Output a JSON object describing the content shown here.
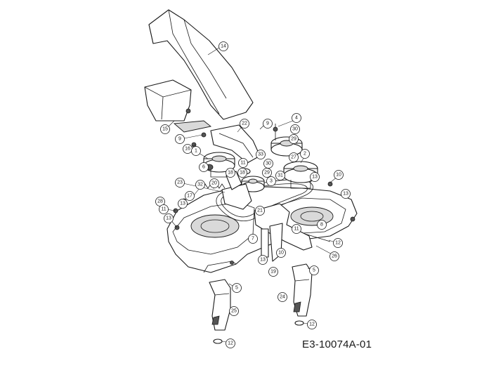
{
  "diagram": {
    "code": "E3-10074A-01",
    "callouts": [
      {
        "id": "c14",
        "label": "14"
      },
      {
        "id": "c15",
        "label": "15"
      },
      {
        "id": "c9a",
        "label": "9"
      },
      {
        "id": "c16",
        "label": "16"
      },
      {
        "id": "c22",
        "label": "22"
      },
      {
        "id": "c9b",
        "label": "9"
      },
      {
        "id": "c4",
        "label": "4"
      },
      {
        "id": "c30a",
        "label": "30"
      },
      {
        "id": "c29a",
        "label": "29"
      },
      {
        "id": "c1",
        "label": "1"
      },
      {
        "id": "c6",
        "label": "6"
      },
      {
        "id": "c33",
        "label": "33"
      },
      {
        "id": "c11a",
        "label": "11"
      },
      {
        "id": "c30b",
        "label": "30"
      },
      {
        "id": "c2",
        "label": "2"
      },
      {
        "id": "c27",
        "label": "27"
      },
      {
        "id": "c18a",
        "label": "18"
      },
      {
        "id": "c29b",
        "label": "29"
      },
      {
        "id": "c18b",
        "label": "18"
      },
      {
        "id": "c3",
        "label": "3"
      },
      {
        "id": "c31",
        "label": "31"
      },
      {
        "id": "c13a",
        "label": "13"
      },
      {
        "id": "c10",
        "label": "10"
      },
      {
        "id": "c23",
        "label": "23"
      },
      {
        "id": "c32",
        "label": "32"
      },
      {
        "id": "c20",
        "label": "20"
      },
      {
        "id": "c13b",
        "label": "13"
      },
      {
        "id": "c17",
        "label": "17"
      },
      {
        "id": "c28",
        "label": "28"
      },
      {
        "id": "c13c",
        "label": "13"
      },
      {
        "id": "c11b",
        "label": "11"
      },
      {
        "id": "c13d",
        "label": "13"
      },
      {
        "id": "c11c",
        "label": "11"
      },
      {
        "id": "c8",
        "label": "8"
      },
      {
        "id": "c12a",
        "label": "12"
      },
      {
        "id": "c7",
        "label": "7"
      },
      {
        "id": "c21",
        "label": "21"
      },
      {
        "id": "c10b",
        "label": "10"
      },
      {
        "id": "c26",
        "label": "26"
      },
      {
        "id": "c13e",
        "label": "13"
      },
      {
        "id": "c19",
        "label": "19"
      },
      {
        "id": "c5a",
        "label": "5"
      },
      {
        "id": "c5b",
        "label": "5"
      },
      {
        "id": "c25",
        "label": "25"
      },
      {
        "id": "c24",
        "label": "24"
      },
      {
        "id": "c12b",
        "label": "12"
      },
      {
        "id": "c12c",
        "label": "12"
      }
    ]
  }
}
